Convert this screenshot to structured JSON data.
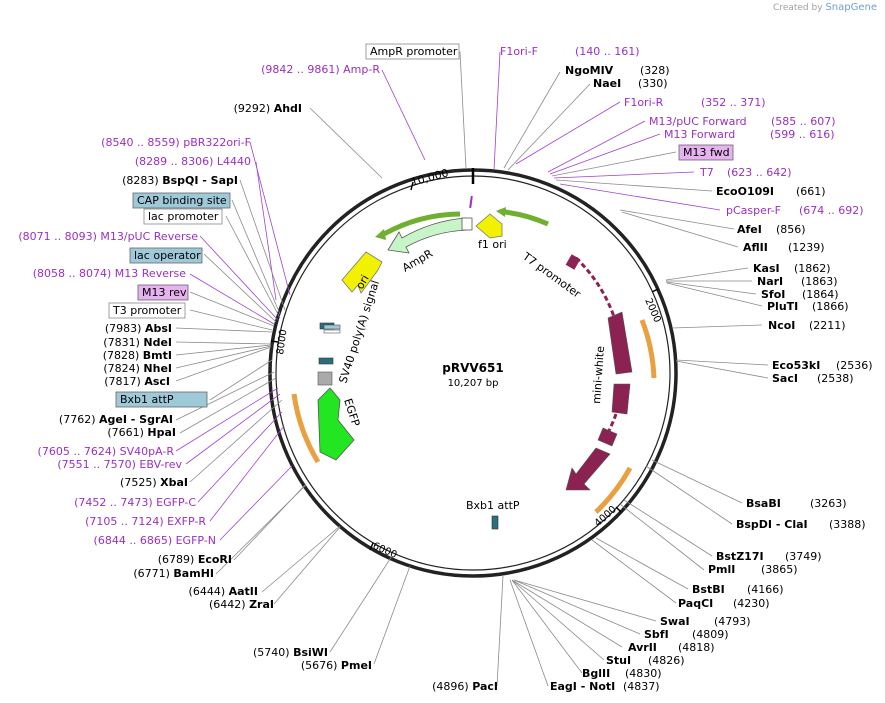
{
  "watermark": {
    "prefix": "Created by",
    "brand": "SnapGene"
  },
  "plasmid": {
    "name": "pRVV651",
    "size": "10,207 bp"
  },
  "ticks": [
    "10,000",
    "2000",
    "4000",
    "6000",
    "8000"
  ],
  "colors": {
    "ampr": "#c8f5c8",
    "ori": "#f2f200",
    "f1ori": "#f2f200",
    "egfp": "#22e622",
    "miniwhite": "#8b2252",
    "promoter": "#6fb030",
    "sv40": "#2a6e80",
    "terminator": "#e8a040",
    "backbone": "#222222"
  },
  "features": {
    "ampr": "AmpR",
    "f1ori": "f1 ori",
    "t7promoter": "T7 promoter",
    "ori": "ori",
    "sv40": "SV40 poly(A) signal",
    "egfp": "EGFP",
    "miniwhite": "mini-white",
    "bxb1": "Bxb1 attP"
  },
  "boxed_labels": {
    "ampr_promoter": "AmpR promoter",
    "cap": "CAP binding site",
    "lac_promoter": "lac promoter",
    "lac_operator": "lac operator",
    "m13_rev": "M13 rev",
    "t3_promoter": "T3 promoter",
    "bxb1_attp": "Bxb1 attP",
    "m13_fwd": "M13 fwd"
  },
  "left_labels": [
    {
      "pos": "(9842 .. 9861)",
      "name": "Amp-R",
      "kind": "primer"
    },
    {
      "pos": "(9292)",
      "name": "AhdI",
      "kind": "enzyme"
    },
    {
      "pos": "(8540 .. 8559)",
      "name": "pBR322ori-F",
      "kind": "primer"
    },
    {
      "pos": "(8289 .. 8306)",
      "name": "L4440",
      "kind": "primer"
    },
    {
      "pos": "(8283)",
      "name": "BspQI  - SapI",
      "kind": "enzyme"
    },
    {
      "pos": "(8071 .. 8093)",
      "name": "M13/pUC Reverse",
      "kind": "primer"
    },
    {
      "pos": "(8058 .. 8074)",
      "name": "M13 Reverse",
      "kind": "primer"
    },
    {
      "pos": "(7983)",
      "name": "AbsI",
      "kind": "enzyme"
    },
    {
      "pos": "(7831)",
      "name": "NdeI",
      "kind": "enzyme"
    },
    {
      "pos": "(7828)",
      "name": "BmtI",
      "kind": "enzyme"
    },
    {
      "pos": "(7824)",
      "name": "NheI",
      "kind": "enzyme"
    },
    {
      "pos": "(7817)",
      "name": "AscI",
      "kind": "enzyme"
    },
    {
      "pos": "(7762)",
      "name": "AgeI  - SgrAI",
      "kind": "enzyme"
    },
    {
      "pos": "(7661)",
      "name": "HpaI",
      "kind": "enzyme"
    },
    {
      "pos": "(7605 .. 7624)",
      "name": "SV40pA-R",
      "kind": "primer"
    },
    {
      "pos": "(7551 .. 7570)",
      "name": "EBV-rev",
      "kind": "primer"
    },
    {
      "pos": "(7525)",
      "name": "XbaI",
      "kind": "enzyme"
    },
    {
      "pos": "(7452 .. 7473)",
      "name": "EGFP-C",
      "kind": "primer"
    },
    {
      "pos": "(7105 .. 7124)",
      "name": "EXFP-R",
      "kind": "primer"
    },
    {
      "pos": "(6844 .. 6865)",
      "name": "EGFP-N",
      "kind": "primer"
    },
    {
      "pos": "(6789)",
      "name": "EcoRI",
      "kind": "enzyme"
    },
    {
      "pos": "(6771)",
      "name": "BamHI",
      "kind": "enzyme"
    },
    {
      "pos": "(6444)",
      "name": "AatII",
      "kind": "enzyme"
    },
    {
      "pos": "(6442)",
      "name": "ZraI",
      "kind": "enzyme"
    },
    {
      "pos": "(5740)",
      "name": "BsiWI",
      "kind": "enzyme"
    },
    {
      "pos": "(5676)",
      "name": "PmeI",
      "kind": "enzyme"
    },
    {
      "pos": "(4896)",
      "name": "PacI",
      "kind": "enzyme"
    }
  ],
  "right_labels": [
    {
      "name": "F1ori-F",
      "pos": "(140 .. 161)",
      "kind": "primer"
    },
    {
      "name": "NgoMIV",
      "pos": "(328)",
      "kind": "enzyme"
    },
    {
      "name": "NaeI",
      "pos": "(330)",
      "kind": "enzyme"
    },
    {
      "name": "F1ori-R",
      "pos": "(352 .. 371)",
      "kind": "primer"
    },
    {
      "name": "M13/pUC Forward",
      "pos": "(585 .. 607)",
      "kind": "primer"
    },
    {
      "name": "M13 Forward",
      "pos": "(599 .. 616)",
      "kind": "primer"
    },
    {
      "name": "T7",
      "pos": "(623 .. 642)",
      "kind": "primer"
    },
    {
      "name": "EcoO109I",
      "pos": "(661)",
      "kind": "enzyme"
    },
    {
      "name": "pCasper-F",
      "pos": "(674 .. 692)",
      "kind": "primer"
    },
    {
      "name": "AfeI",
      "pos": "(856)",
      "kind": "enzyme"
    },
    {
      "name": "AflII",
      "pos": "(1239)",
      "kind": "enzyme"
    },
    {
      "name": "KasI",
      "pos": "(1862)",
      "kind": "enzyme"
    },
    {
      "name": "NarI",
      "pos": "(1863)",
      "kind": "enzyme"
    },
    {
      "name": "SfoI",
      "pos": "(1864)",
      "kind": "enzyme"
    },
    {
      "name": "PluTI",
      "pos": "(1866)",
      "kind": "enzyme"
    },
    {
      "name": "NcoI",
      "pos": "(2211)",
      "kind": "enzyme"
    },
    {
      "name": "Eco53kI",
      "pos": "(2536)",
      "kind": "enzyme"
    },
    {
      "name": "SacI",
      "pos": "(2538)",
      "kind": "enzyme"
    },
    {
      "name": "BsaBI",
      "pos": "(3263)",
      "kind": "enzyme"
    },
    {
      "name": "BspDI  - ClaI",
      "pos": "(3388)",
      "kind": "enzyme"
    },
    {
      "name": "BstZ17I",
      "pos": "(3749)",
      "kind": "enzyme"
    },
    {
      "name": "PmlI",
      "pos": "(3865)",
      "kind": "enzyme"
    },
    {
      "name": "BstBI",
      "pos": "(4166)",
      "kind": "enzyme"
    },
    {
      "name": "PaqCI",
      "pos": "(4230)",
      "kind": "enzyme"
    },
    {
      "name": "SwaI",
      "pos": "(4793)",
      "kind": "enzyme"
    },
    {
      "name": "SbfI",
      "pos": "(4809)",
      "kind": "enzyme"
    },
    {
      "name": "AvrII",
      "pos": "(4818)",
      "kind": "enzyme"
    },
    {
      "name": "StuI",
      "pos": "(4826)",
      "kind": "enzyme"
    },
    {
      "name": "BglII",
      "pos": "(4830)",
      "kind": "enzyme"
    },
    {
      "name": "EagI  - NotI",
      "pos": "(4837)",
      "kind": "enzyme"
    }
  ]
}
